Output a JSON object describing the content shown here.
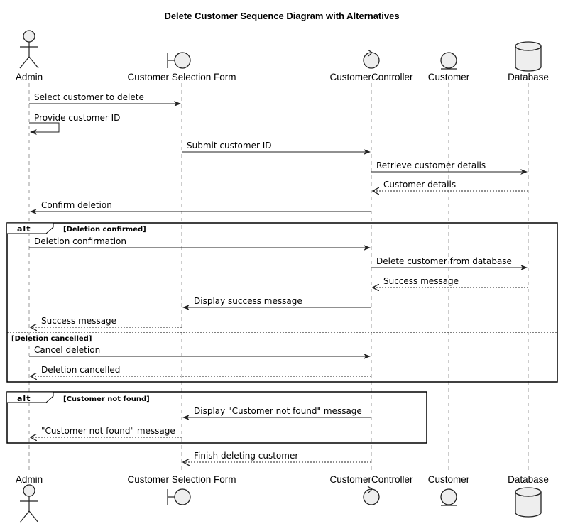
{
  "title": "Delete Customer Sequence Diagram with Alternatives",
  "participants": [
    {
      "name": "Admin",
      "kind": "actor"
    },
    {
      "name": "Customer Selection Form",
      "kind": "boundary"
    },
    {
      "name": "CustomerController",
      "kind": "control"
    },
    {
      "name": "Customer",
      "kind": "entity"
    },
    {
      "name": "Database",
      "kind": "database"
    }
  ],
  "messages": [
    {
      "from": "Admin",
      "to": "Customer Selection Form",
      "label": "Select customer to delete",
      "style": "solid"
    },
    {
      "from": "Admin",
      "to": "Admin",
      "label": "Provide customer ID",
      "style": "solid"
    },
    {
      "from": "Customer Selection Form",
      "to": "CustomerController",
      "label": "Submit customer ID",
      "style": "solid"
    },
    {
      "from": "CustomerController",
      "to": "Database",
      "label": "Retrieve customer details",
      "style": "solid"
    },
    {
      "from": "Database",
      "to": "CustomerController",
      "label": "Customer details",
      "style": "dashed"
    },
    {
      "from": "CustomerController",
      "to": "Admin",
      "label": "Confirm deletion",
      "style": "solid"
    },
    {
      "from": "Admin",
      "to": "CustomerController",
      "label": "Deletion confirmation",
      "style": "solid"
    },
    {
      "from": "CustomerController",
      "to": "Database",
      "label": "Delete customer from database",
      "style": "solid"
    },
    {
      "from": "Database",
      "to": "CustomerController",
      "label": "Success message",
      "style": "dashed"
    },
    {
      "from": "CustomerController",
      "to": "Customer Selection Form",
      "label": "Display success message",
      "style": "solid"
    },
    {
      "from": "Customer Selection Form",
      "to": "Admin",
      "label": "Success message",
      "style": "dashed"
    },
    {
      "from": "Admin",
      "to": "CustomerController",
      "label": "Cancel deletion",
      "style": "solid"
    },
    {
      "from": "CustomerController",
      "to": "Admin",
      "label": "Deletion cancelled",
      "style": "dashed"
    },
    {
      "from": "CustomerController",
      "to": "Customer Selection Form",
      "label": "Display \"Customer not found\" message",
      "style": "solid"
    },
    {
      "from": "Customer Selection Form",
      "to": "Admin",
      "label": "\"Customer not found\" message",
      "style": "dashed"
    },
    {
      "from": "CustomerController",
      "to": "Customer Selection Form",
      "label": "Finish deleting customer",
      "style": "dashed"
    }
  ],
  "fragments": [
    {
      "keyword": "alt",
      "conditions": [
        "[Deletion confirmed]",
        "[Deletion cancelled]"
      ]
    },
    {
      "keyword": "alt",
      "conditions": [
        "[Customer not found]"
      ]
    }
  ]
}
